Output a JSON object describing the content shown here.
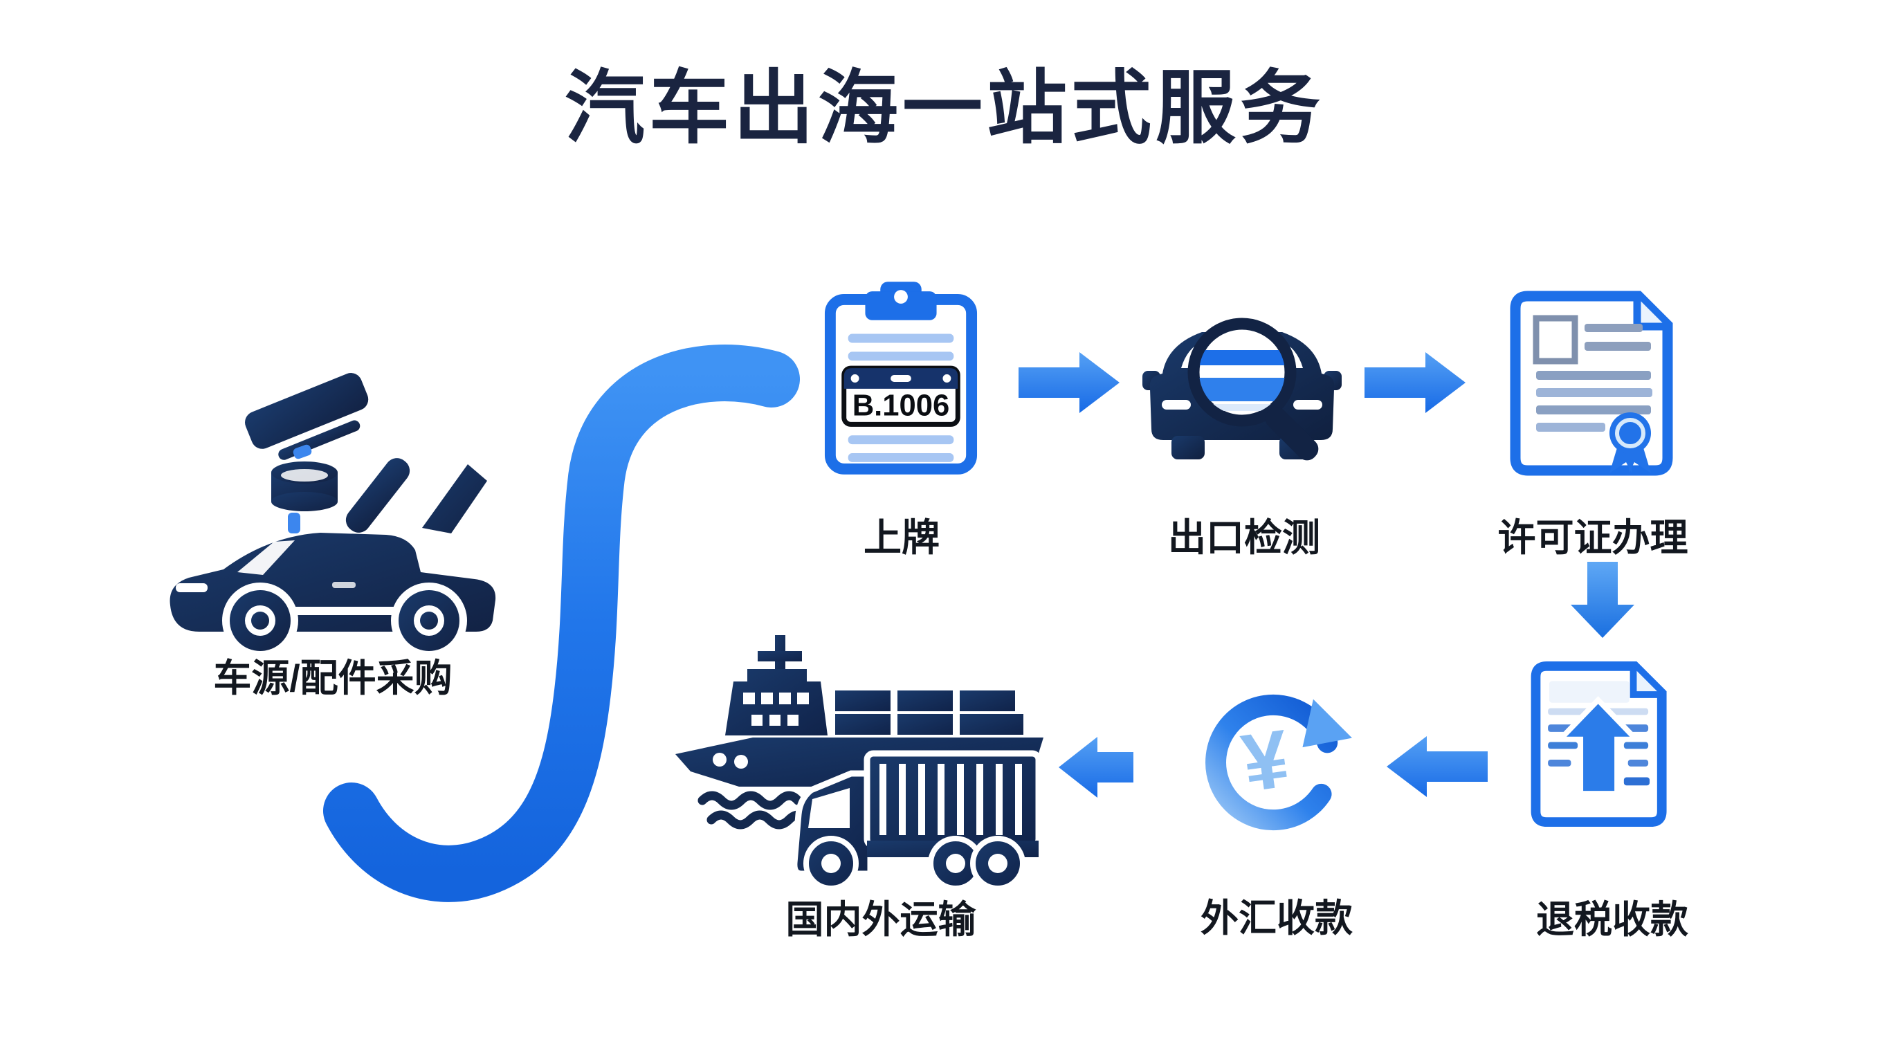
{
  "title": "汽车出海一站式服务",
  "colors": {
    "flow_blue": "#2277ea",
    "flow_blue_light": "#5fa5f4",
    "flow_blue_dark": "#1360d6",
    "icon_outline_blue": "#1d6fe8",
    "icon_navy": "#142a52",
    "title_color": "#1a2440",
    "label_color": "#12171f"
  },
  "steps": [
    {
      "id": "car-sourcing",
      "label": "车源/配件采购"
    },
    {
      "id": "registration",
      "label": "上牌",
      "plate_text": "B.1006"
    },
    {
      "id": "export-inspection",
      "label": "出口检测"
    },
    {
      "id": "license-processing",
      "label": "许可证办理"
    },
    {
      "id": "tax-refund",
      "label": "退税收款"
    },
    {
      "id": "forex-collection",
      "label": "外汇收款",
      "currency_glyph": "¥"
    },
    {
      "id": "domestic-international-transport",
      "label": "国内外运输"
    }
  ],
  "connections": [
    {
      "from": "car-sourcing",
      "to": "registration",
      "style": "s-curve"
    },
    {
      "from": "registration",
      "to": "export-inspection",
      "style": "arrow-right"
    },
    {
      "from": "export-inspection",
      "to": "license-processing",
      "style": "arrow-right"
    },
    {
      "from": "license-processing",
      "to": "tax-refund",
      "style": "arrow-down"
    },
    {
      "from": "tax-refund",
      "to": "forex-collection",
      "style": "arrow-left"
    },
    {
      "from": "forex-collection",
      "to": "domestic-international-transport",
      "style": "arrow-left"
    }
  ]
}
